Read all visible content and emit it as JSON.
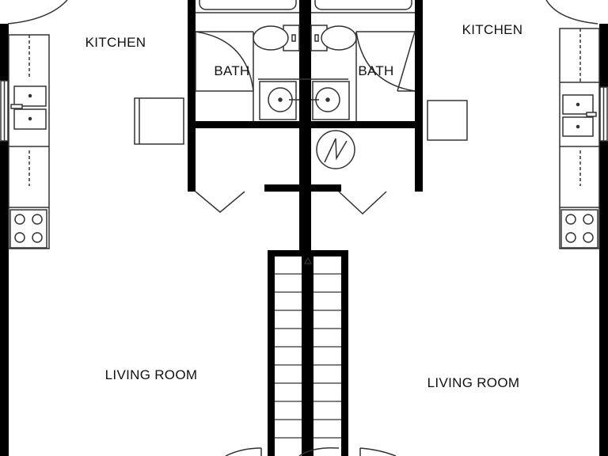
{
  "plan": {
    "rooms": {
      "kitchen_left": "KITCHEN",
      "kitchen_right": "KITCHEN",
      "bath_left": "BATH",
      "bath_right": "BATH",
      "living_left": "LIVING ROOM",
      "living_right": "LIVING ROOM"
    },
    "colors": {
      "wall": "#000000",
      "fixture_stroke": "#333333",
      "fixture_fill": "#ffffff",
      "background": "#ffffff"
    }
  }
}
